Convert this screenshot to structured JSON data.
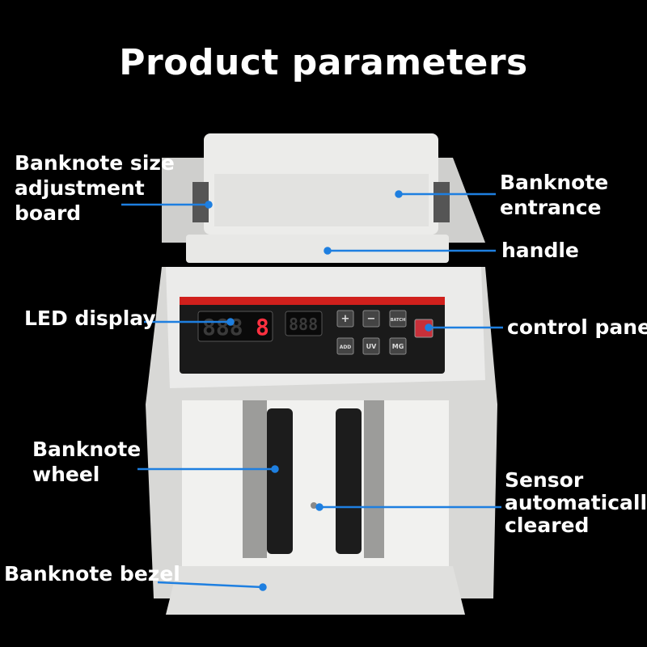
{
  "title": "Product parameters",
  "labels": {
    "size_board": [
      "Banknote size",
      "adjustment",
      "board"
    ],
    "entrance": [
      "Banknote",
      "entrance"
    ],
    "handle": "handle",
    "led_display": "LED display",
    "control_panel": "control panel",
    "wheel": [
      "Banknote",
      "wheel"
    ],
    "sensor": [
      "Sensor",
      "automatically",
      "cleared"
    ],
    "bezel": "Banknote bezel"
  },
  "panel": {
    "display_main": "888",
    "display_main_last": "8",
    "display_small": "888",
    "buttons": [
      "+",
      "−",
      "BATCH",
      "ADD",
      "UV",
      "MG"
    ]
  },
  "colors": {
    "background": "#000000",
    "leader_line": "#1e7fe0",
    "panel_stripe": "#d0201c",
    "machine_body": "#e4e4e2",
    "led_red": "#ff3040"
  }
}
